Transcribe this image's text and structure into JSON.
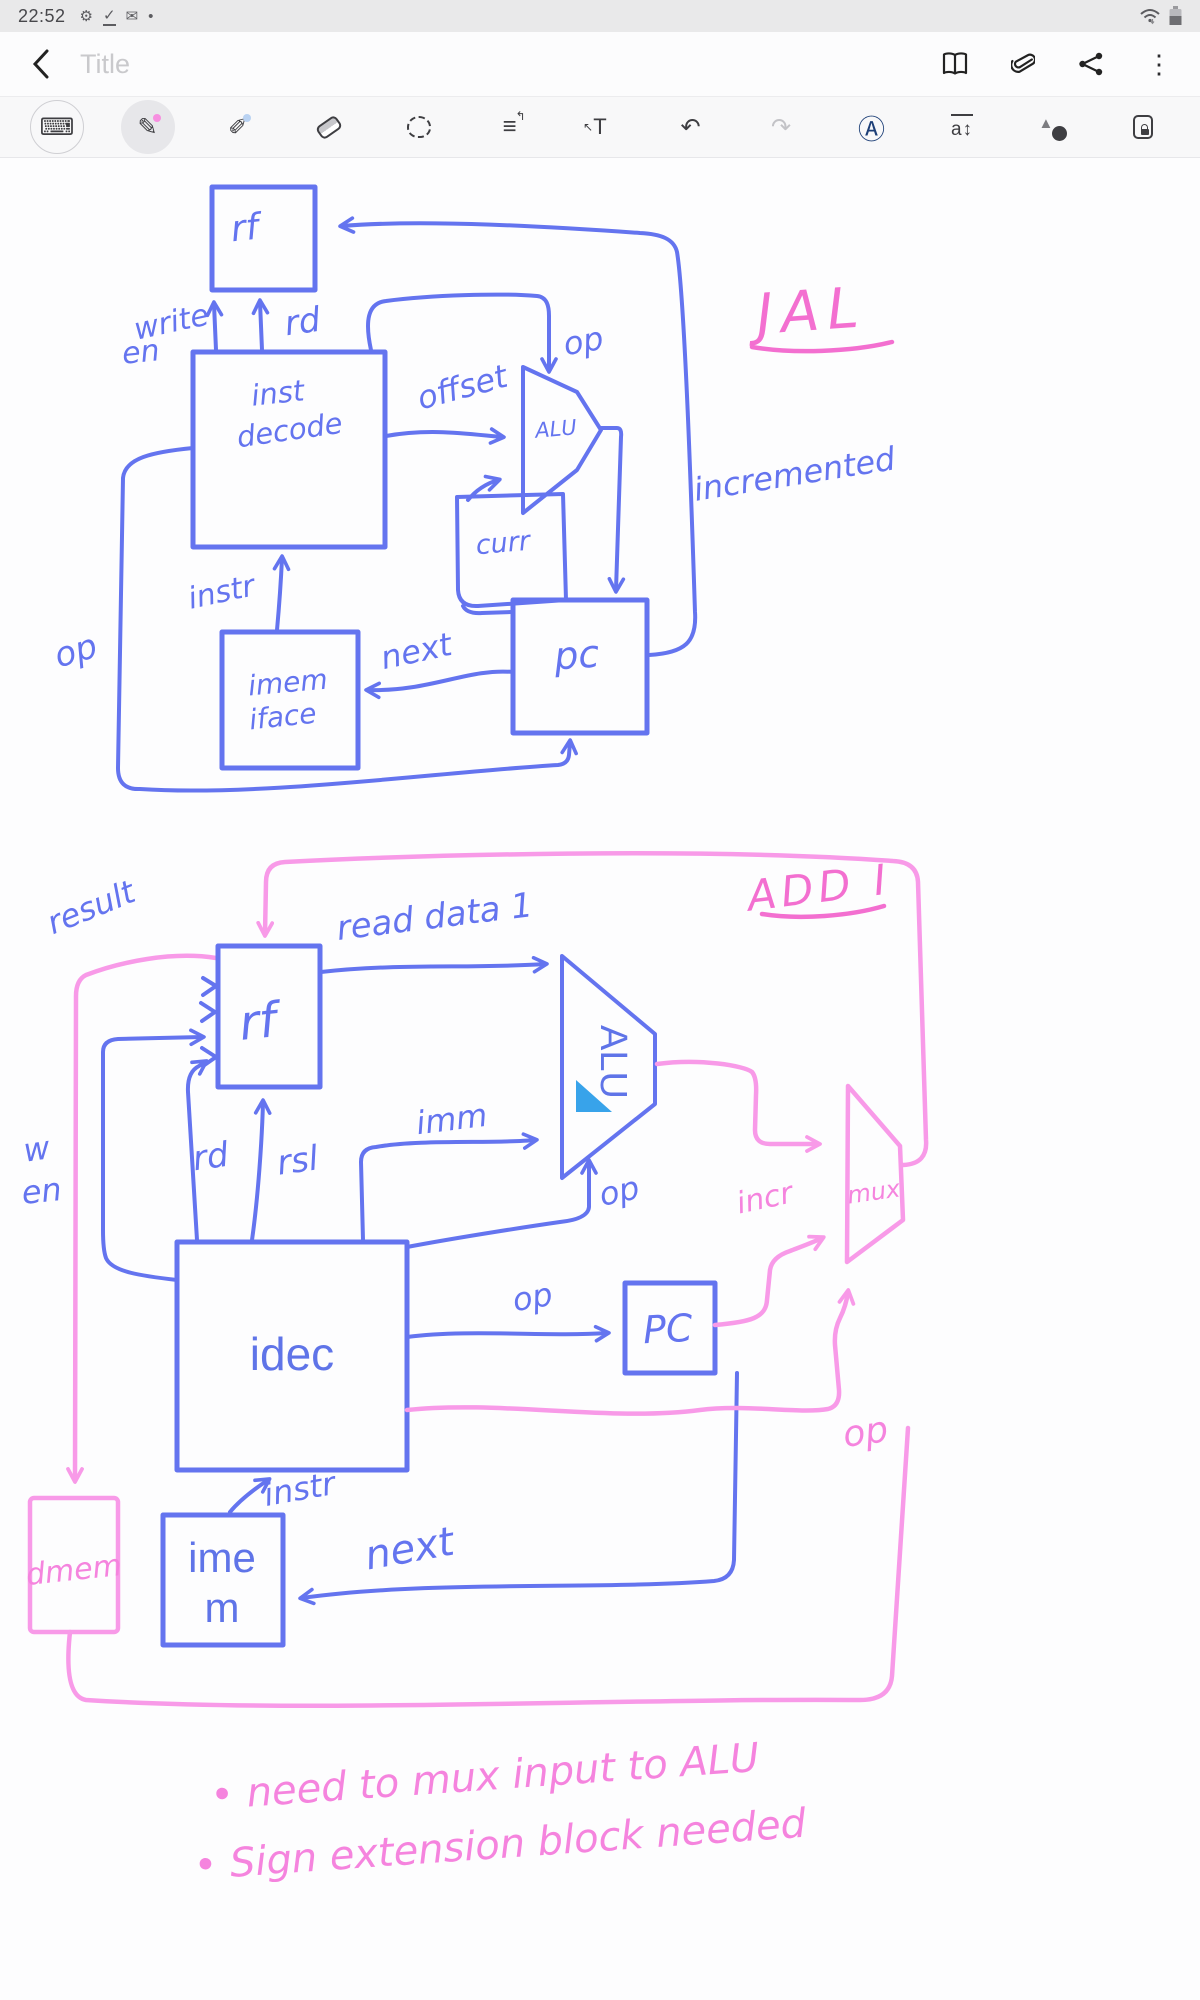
{
  "status_bar": {
    "time": "22:52",
    "icons": {
      "gear": "⚙",
      "check": "✓",
      "mail": "✉",
      "more": "•"
    },
    "wifi_icon": "wifi-signal",
    "battery_icon": "battery-level"
  },
  "title_bar": {
    "placeholder": "Title",
    "icons": {
      "back": "back-chevron",
      "reader": "reader-mode",
      "attach": "paperclip",
      "share": "share",
      "menu": "⋮"
    }
  },
  "toolbar": {
    "tools": [
      {
        "name": "keyboard",
        "glyph": "⌨"
      },
      {
        "name": "pen",
        "glyph": "✎",
        "selected": true
      },
      {
        "name": "highlighter",
        "glyph": "✐"
      },
      {
        "name": "eraser",
        "glyph": ""
      },
      {
        "name": "lasso-select",
        "glyph": ""
      },
      {
        "name": "straighten",
        "glyph": "≡"
      },
      {
        "name": "convert-to-text",
        "glyph": "T"
      },
      {
        "name": "undo",
        "glyph": "↶"
      },
      {
        "name": "redo",
        "glyph": "↷"
      },
      {
        "name": "auto-shape",
        "glyph": "Ⓐ"
      },
      {
        "name": "text-size",
        "glyph": "a↕"
      },
      {
        "name": "pen-style",
        "glyph": "▲"
      },
      {
        "name": "page-lock",
        "glyph": ""
      }
    ]
  },
  "canvas": {
    "jal": {
      "title": "JAL",
      "rf": "rf",
      "write": "write",
      "en": "en",
      "rd": "rd",
      "inst_decode_1": "inst",
      "inst_decode_2": "decode",
      "offset": "offset",
      "op_top": "op",
      "alu": "ALU",
      "curr": "curr",
      "incremented": "incremented",
      "pc": "pc",
      "next": "next",
      "imem_1": "imem",
      "imem_2": "iface",
      "instr": "instr",
      "op_left": "op"
    },
    "addi": {
      "title": "ADD I",
      "result": "result",
      "read_data": "read data 1",
      "rf": "rf",
      "alu": "ALU",
      "imm": "imm",
      "op_alu": "op",
      "rd": "rd",
      "rsl": "rsl",
      "w": "w",
      "en": "en",
      "idec": "idec",
      "pc": "PC",
      "op_pc": "op",
      "next": "next",
      "instr": "instr",
      "imem_1": "ime",
      "imem_2": "m",
      "dmem": "dmem",
      "mux": "mux",
      "incr": "incr",
      "op_mux": "op"
    },
    "notes": {
      "line1": "• need to mux input to ALU",
      "line2": "• Sign extension block needed"
    },
    "ink": {
      "blue": "#6474ef",
      "pink": "#f89ae8",
      "pink_label": "#f36fd0",
      "typed_blue": "#5f74e8",
      "triangle_blue": "#38a3ea"
    }
  }
}
